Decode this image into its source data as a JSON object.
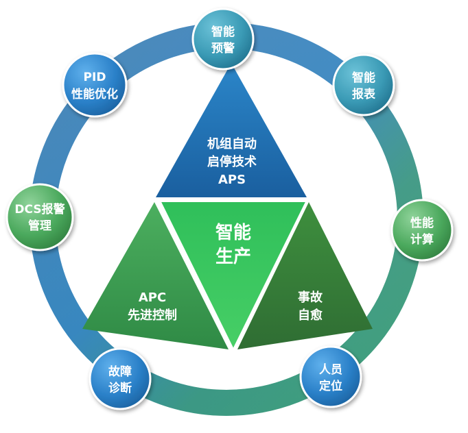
{
  "diagram": {
    "center": {
      "line1": "智能",
      "line2": "生产"
    },
    "top": {
      "line1": "机组自动",
      "line2": "启停技术",
      "line3": "APS"
    },
    "left": {
      "line1": "APC",
      "line2": "先进控制"
    },
    "right": {
      "line1": "事故",
      "line2": "自愈"
    },
    "nodes": [
      {
        "line1": "智能",
        "line2": "预警"
      },
      {
        "line1": "智能",
        "line2": "报表"
      },
      {
        "line1": "性能",
        "line2": "计算"
      },
      {
        "line1": "人员",
        "line2": "定位"
      },
      {
        "line1": "故障",
        "line2": "诊断"
      },
      {
        "line1": "DCS报警",
        "line2": "管理"
      },
      {
        "line1": "PID",
        "line2": "性能优化"
      }
    ]
  },
  "colors": {
    "ring_blue": "#2f7fbf",
    "ring_green": "#3fb05a",
    "triangle_top": "#1d6fb0",
    "triangle_center": "#3ec45e",
    "triangle_left": "#3f9a50",
    "triangle_right": "#3b7d3a",
    "node_blue": "#2a80c8",
    "node_green": "#4aa85c",
    "text": "#ffffff"
  }
}
